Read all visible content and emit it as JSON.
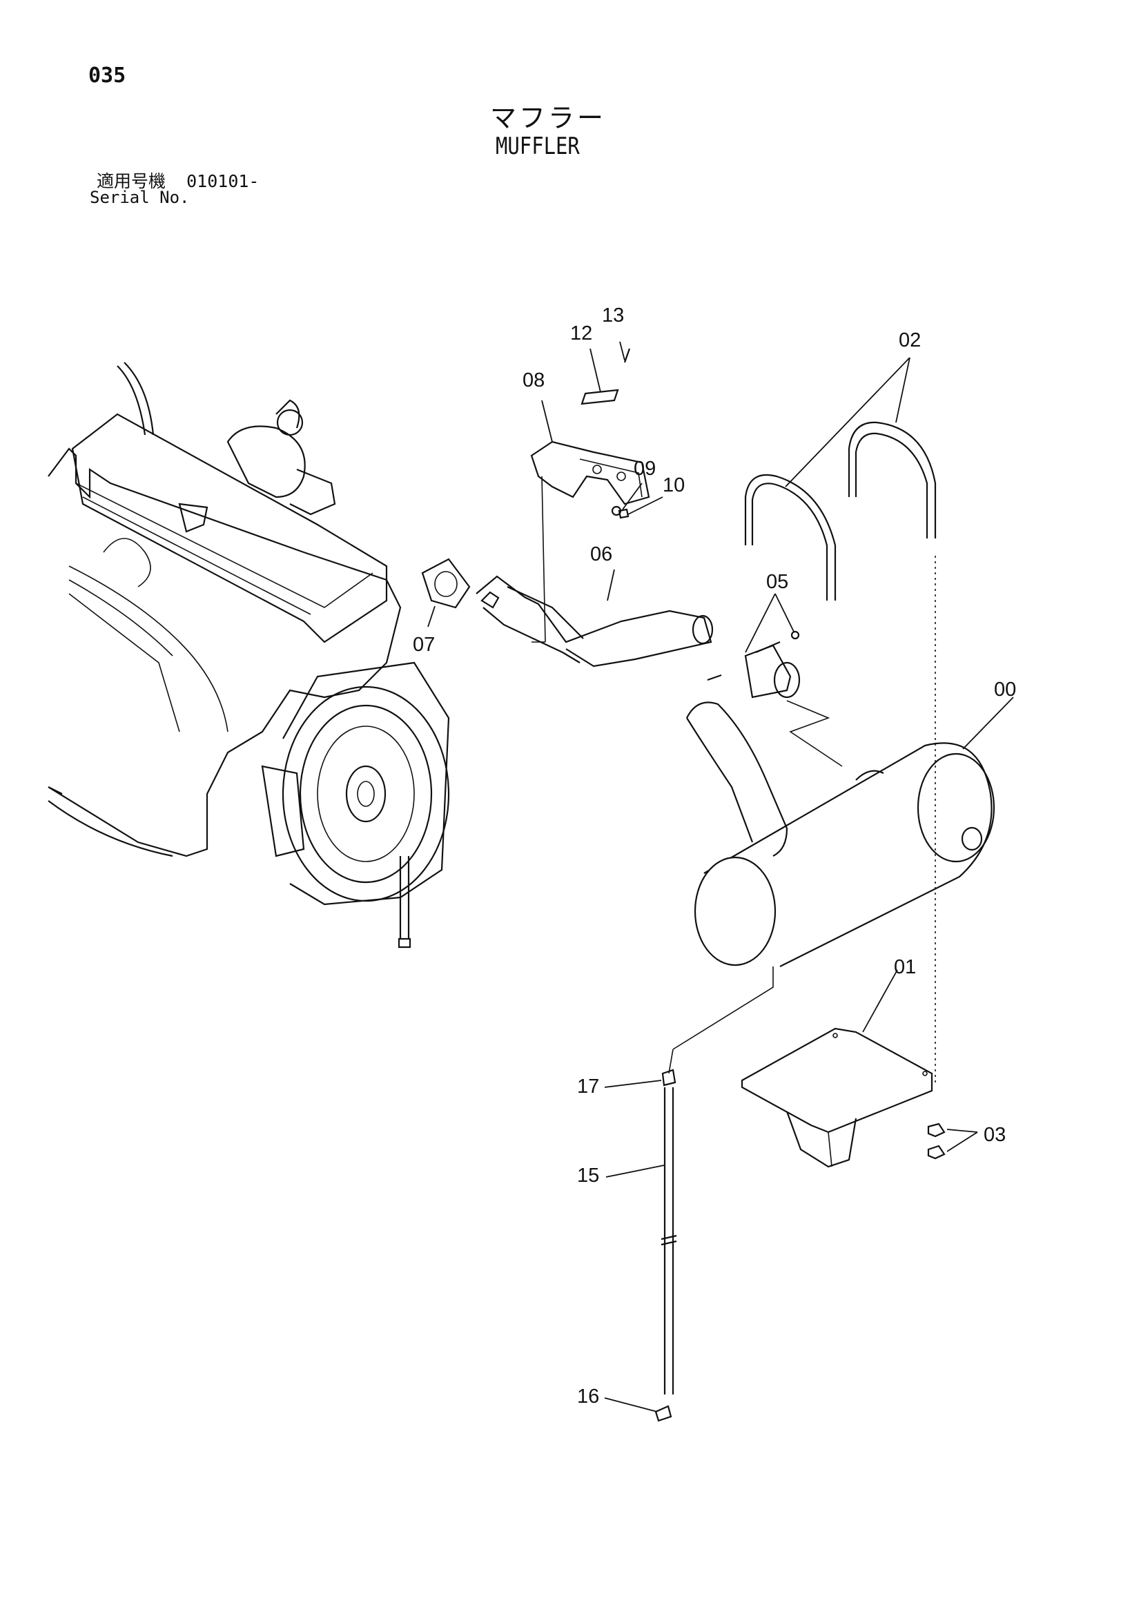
{
  "page": {
    "number": "035",
    "title_jp": "マフラー",
    "title_en": "MUFFLER",
    "serial_label_jp": "適用号機",
    "serial_value": "010101-",
    "serial_label_en": "Serial No."
  },
  "parts": [
    {
      "id": "p00",
      "label": "00"
    },
    {
      "id": "p01",
      "label": "01"
    },
    {
      "id": "p02",
      "label": "02"
    },
    {
      "id": "p03",
      "label": "03"
    },
    {
      "id": "p05",
      "label": "05"
    },
    {
      "id": "p06",
      "label": "06"
    },
    {
      "id": "p07",
      "label": "07"
    },
    {
      "id": "p08",
      "label": "08"
    },
    {
      "id": "p09",
      "label": "09"
    },
    {
      "id": "p10",
      "label": "10"
    },
    {
      "id": "p12",
      "label": "12"
    },
    {
      "id": "p13",
      "label": "13"
    },
    {
      "id": "p15",
      "label": "15"
    },
    {
      "id": "p16",
      "label": "16"
    },
    {
      "id": "p17",
      "label": "17"
    }
  ]
}
